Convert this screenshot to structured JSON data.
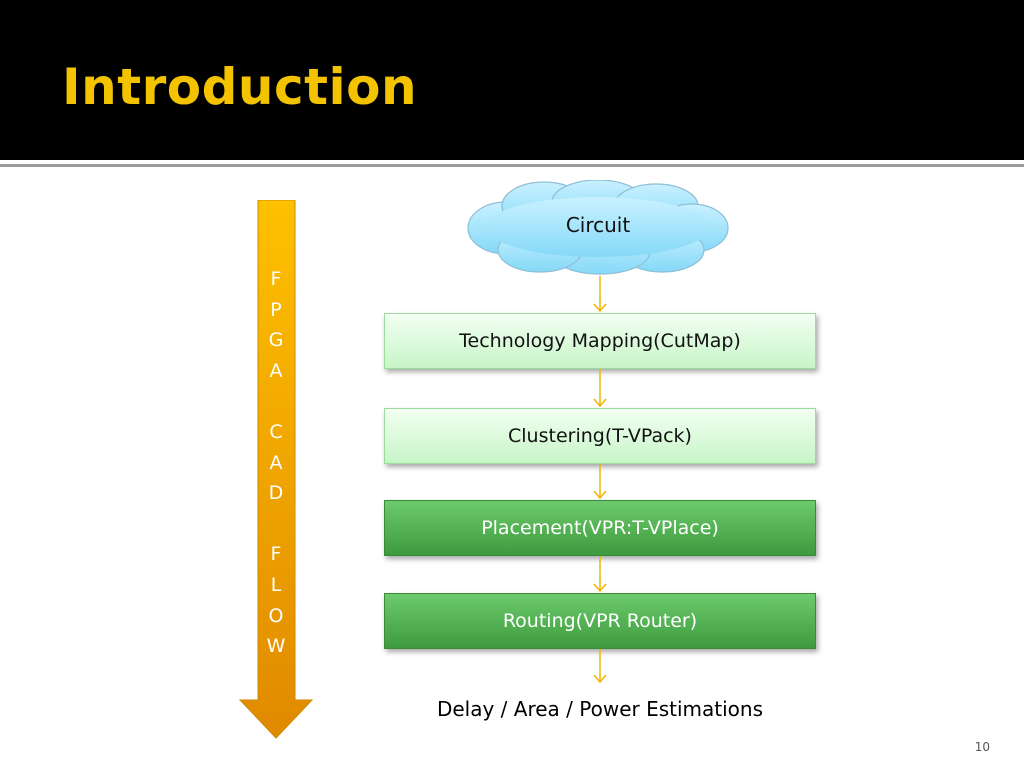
{
  "slide": {
    "title": "Introduction",
    "page_number": "10"
  },
  "side_arrow": {
    "letters": [
      "F",
      "P",
      "G",
      "A",
      "",
      "C",
      "A",
      "D",
      "",
      "F",
      "L",
      "O",
      "W"
    ],
    "color": "#f0a800"
  },
  "flow": {
    "start": "Circuit",
    "steps": [
      {
        "label": "Technology Mapping(CutMap)",
        "style": "light"
      },
      {
        "label": "Clustering(T-VPack)",
        "style": "light"
      },
      {
        "label": "Placement(VPR:T-VPlace)",
        "style": "dark"
      },
      {
        "label": "Routing(VPR Router)",
        "style": "dark"
      }
    ],
    "outcome": "Delay / Area / Power  Estimations",
    "connector_color": "#f0b400"
  }
}
